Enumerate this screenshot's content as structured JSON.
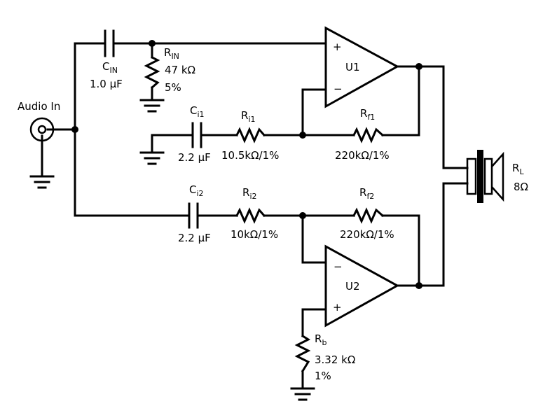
{
  "input": {
    "label": "Audio In"
  },
  "components": {
    "cin": {
      "name": "C",
      "sub": "IN",
      "value": "1.0 µF"
    },
    "rin": {
      "name": "R",
      "sub": "IN",
      "value": "47 kΩ",
      "tolerance": "5%"
    },
    "ci1": {
      "name": "C",
      "sub": "i1",
      "value": "2.2 µF"
    },
    "ri1": {
      "name": "R",
      "sub": "i1",
      "value": "10.5kΩ/1%"
    },
    "rf1": {
      "name": "R",
      "sub": "f1",
      "value": "220kΩ/1%"
    },
    "ci2": {
      "name": "C",
      "sub": "i2",
      "value": "2.2 µF"
    },
    "ri2": {
      "name": "R",
      "sub": "i2",
      "value": "10kΩ/1%"
    },
    "rf2": {
      "name": "R",
      "sub": "f2",
      "value": "220kΩ/1%"
    },
    "rb": {
      "name": "R",
      "sub": "b",
      "value": "3.32 kΩ",
      "tolerance": "1%"
    },
    "rl": {
      "name": "R",
      "sub": "L",
      "value": "8Ω"
    }
  },
  "amplifiers": {
    "u1": {
      "label": "U1",
      "plus": "+",
      "minus": "−"
    },
    "u2": {
      "label": "U2",
      "plus": "+",
      "minus": "−"
    }
  }
}
